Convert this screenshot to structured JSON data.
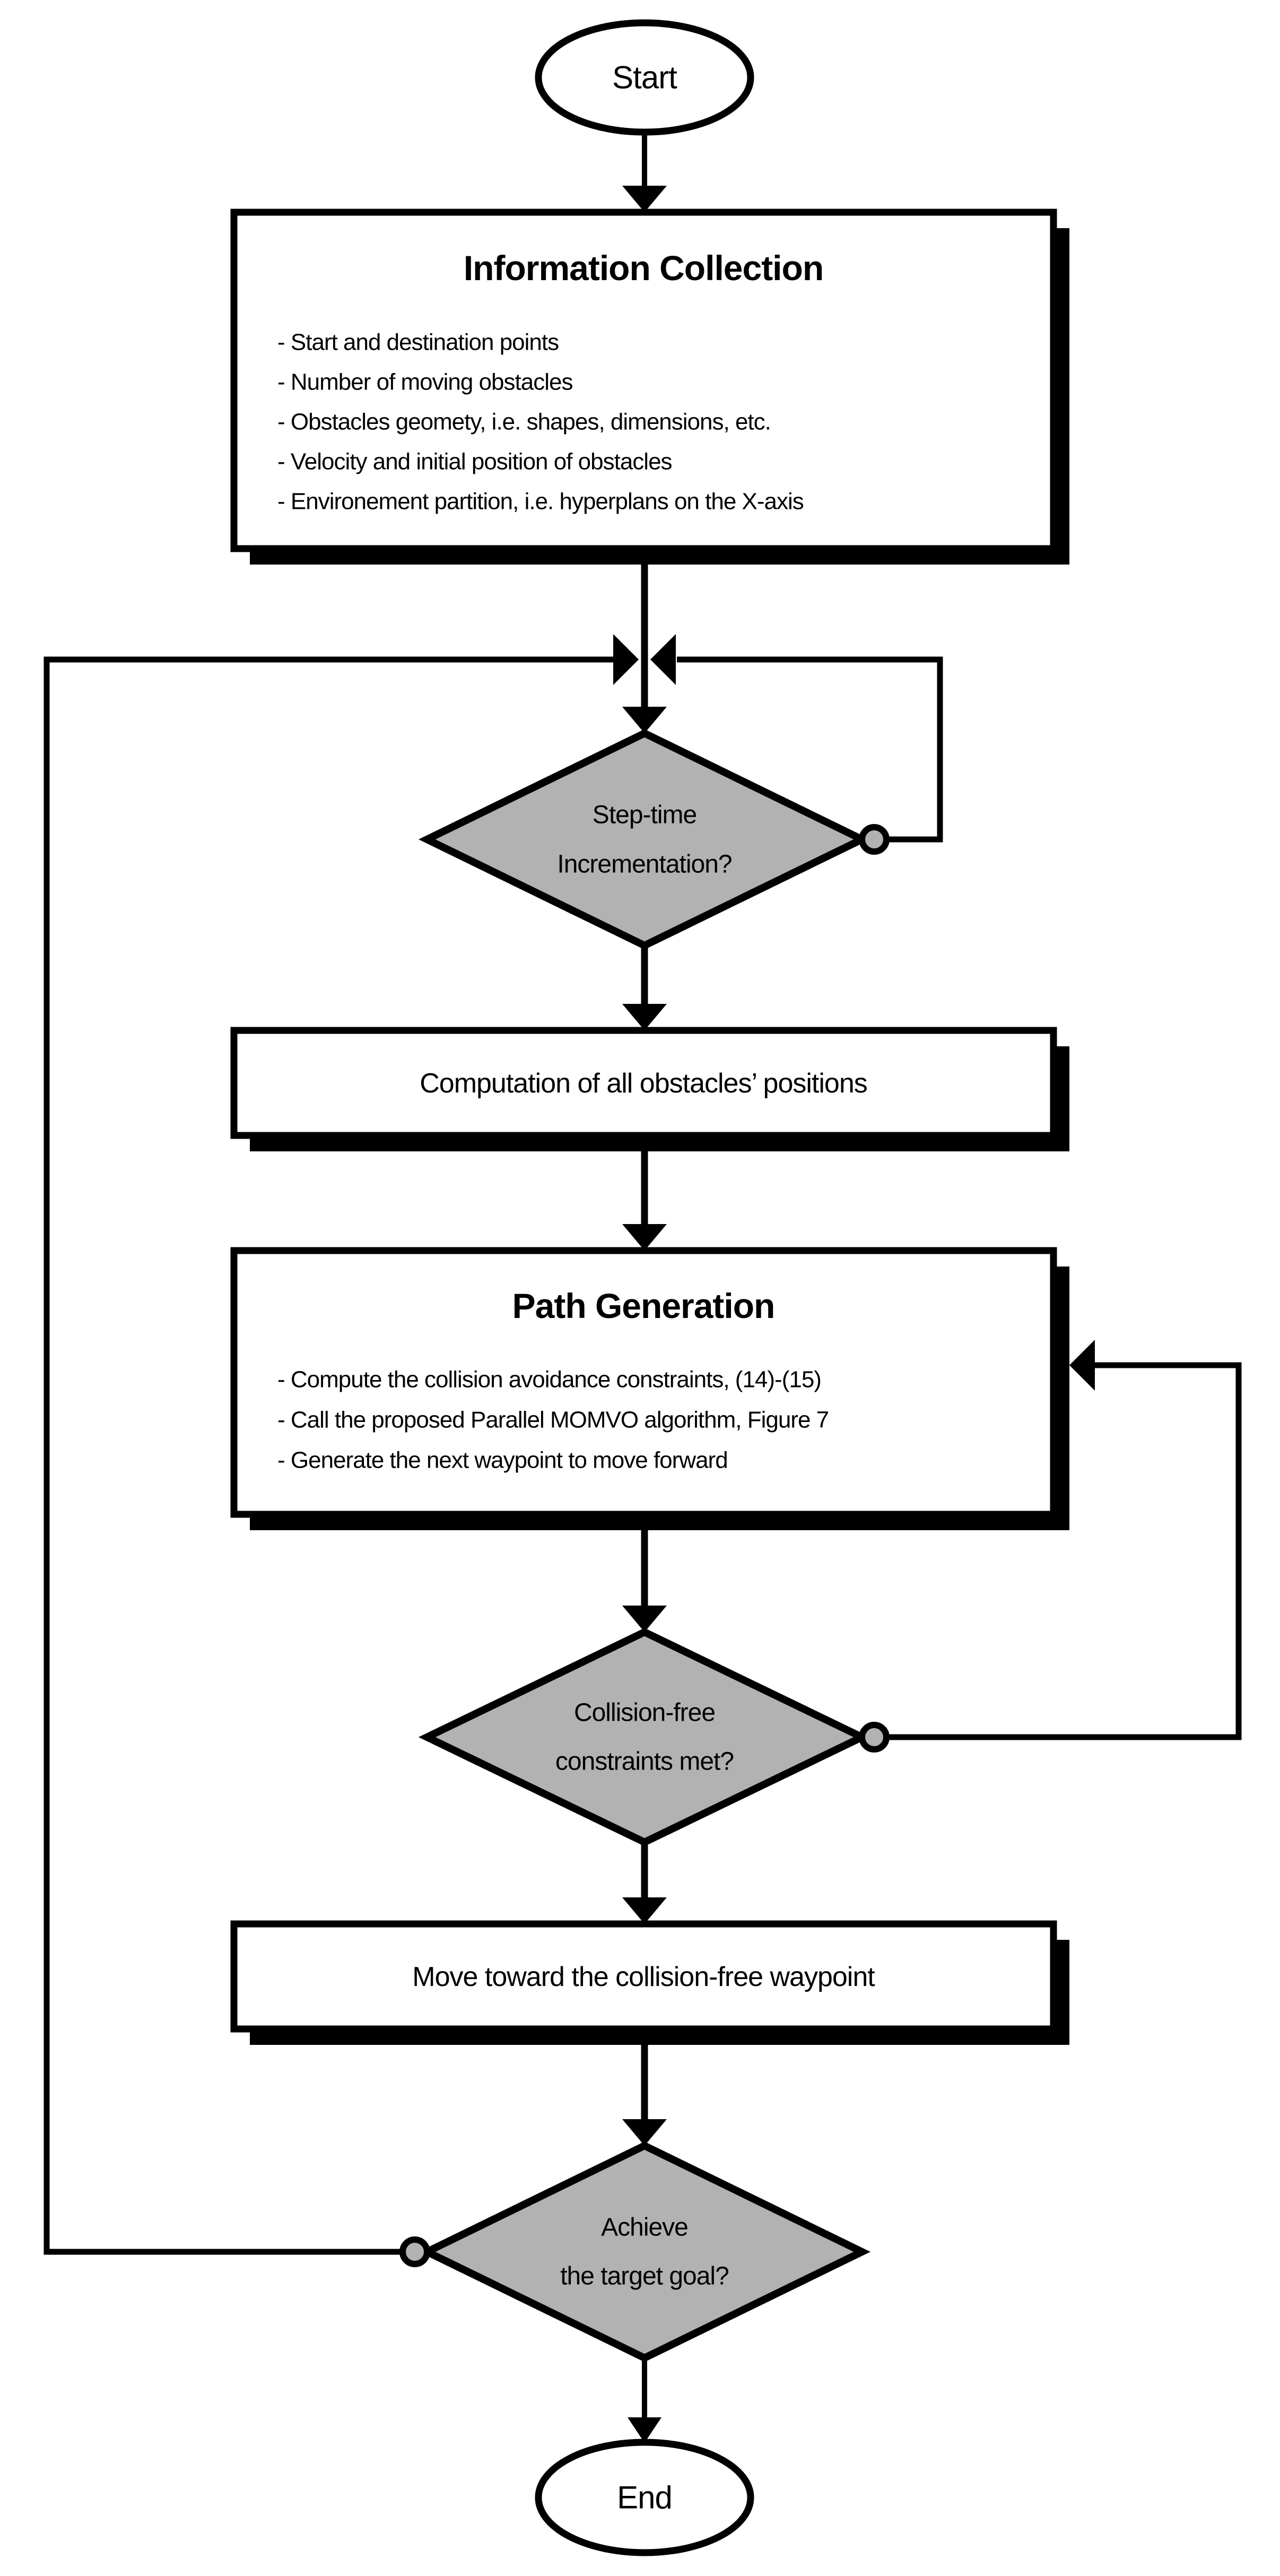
{
  "figure_type": "flowchart",
  "colors": {
    "decision_fill": "#b2b2b2",
    "process_fill": "#ffffff",
    "line": "#000000",
    "background": "#ffffff"
  },
  "nodes": {
    "start": {
      "shape": "terminator",
      "label": "Start"
    },
    "information_collection": {
      "shape": "process",
      "title": "Information Collection",
      "bullets": [
        "- Start and destination points",
        "- Number of moving obstacles",
        "- Obstacles geomety, i.e. shapes, dimensions, etc.",
        "- Velocity and initial position of obstacles",
        "- Environement partition, i.e. hyperplans on the X-axis"
      ]
    },
    "step_time_incrementation": {
      "shape": "decision",
      "line1": "Step-time",
      "line2": "Incrementation?"
    },
    "computation": {
      "shape": "process",
      "label": "Computation of all obstacles’ positions"
    },
    "path_generation": {
      "shape": "process",
      "title": "Path Generation",
      "bullets": [
        "- Compute the collision avoidance constraints, (14)-(15)",
        "- Call the proposed Parallel MOMVO algorithm, Figure 7",
        "- Generate the next waypoint to move forward"
      ]
    },
    "collision_free": {
      "shape": "decision",
      "line1": "Collision-free",
      "line2": "constraints met?"
    },
    "move_waypoint": {
      "shape": "process",
      "label": "Move toward the collision-free waypoint"
    },
    "achieve_goal": {
      "shape": "decision",
      "line1": "Achieve",
      "line2": "the target goal?"
    },
    "end": {
      "shape": "terminator",
      "label": "End"
    }
  },
  "edges": [
    {
      "from": "start",
      "to": "information_collection"
    },
    {
      "from": "information_collection",
      "to": "step_time_incrementation"
    },
    {
      "from": "step_time_incrementation",
      "to": "computation"
    },
    {
      "from": "computation",
      "to": "path_generation"
    },
    {
      "from": "path_generation",
      "to": "collision_free"
    },
    {
      "from": "collision_free",
      "to": "path_generation",
      "kind": "feedback-loop"
    },
    {
      "from": "collision_free",
      "to": "move_waypoint"
    },
    {
      "from": "move_waypoint",
      "to": "achieve_goal"
    },
    {
      "from": "achieve_goal",
      "to": "step_time_incrementation",
      "kind": "feedback-loop"
    },
    {
      "from": "achieve_goal",
      "to": "end"
    }
  ]
}
